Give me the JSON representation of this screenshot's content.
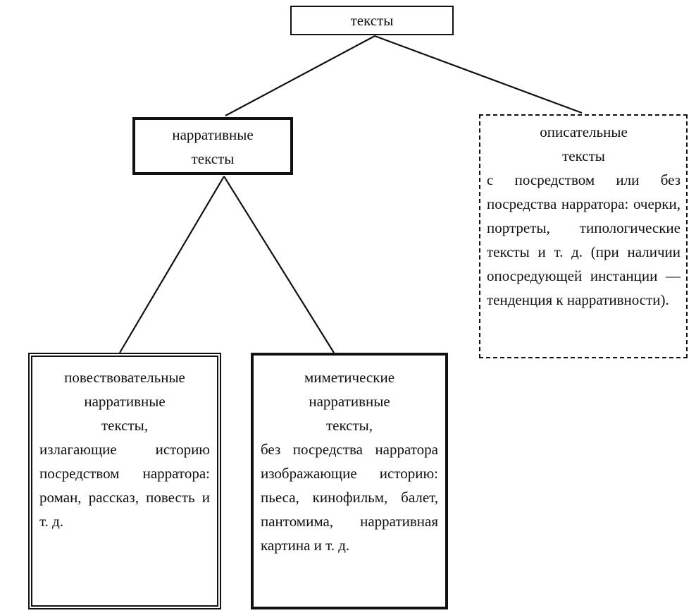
{
  "diagram": {
    "root": {
      "label": "тексты"
    },
    "narrative": {
      "label_lines": [
        "нарративные",
        "тексты"
      ]
    },
    "descriptive": {
      "label_lines": [
        "описательные",
        "тексты"
      ],
      "description": "с посредством или без посредства нарратора: очерки, портреты, ти­пологические тексты и т. д. (при наличии опосредующей инстан­ции — тенденция к нарративности)."
    },
    "storytelling": {
      "label_lines": [
        "повествовательные",
        "нарративные",
        "тексты,"
      ],
      "description": "излагающие исто­рию посредством нарратора: роман, рассказ, повесть и т. д."
    },
    "mimetic": {
      "label_lines": [
        "миметические",
        "нарративные",
        "тексты,"
      ],
      "description": "без посредства нар­ратора изображаю­щие историю: пьеса, кинофильм, балет, пантомима, нарра­тивная картина и т. д."
    }
  }
}
